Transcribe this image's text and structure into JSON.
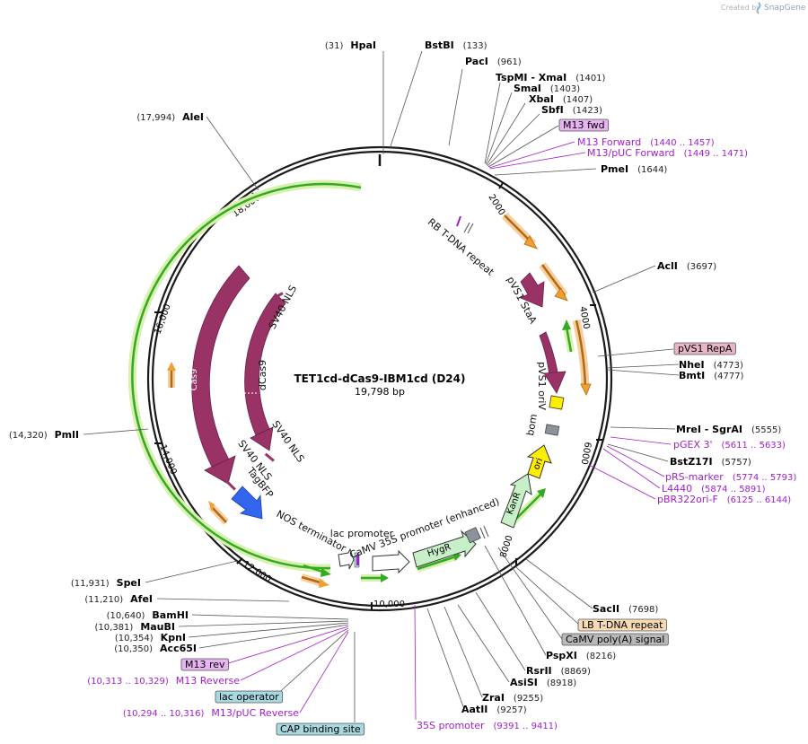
{
  "credit": {
    "prefix": "Created by",
    "brand": "SnapGene"
  },
  "plasmid": {
    "name": "TET1cd-dCas9-IBM1cd (D24)",
    "size": "19,798 bp"
  },
  "ticks": [
    "2000",
    "4000",
    "6000",
    "8000",
    "10,000",
    "12,000",
    "14,000",
    "16,000",
    "18,000"
  ],
  "sites": [
    {
      "name": "HpaI",
      "pos": "(31)"
    },
    {
      "name": "BstBI",
      "pos": "(133)"
    },
    {
      "name": "PacI",
      "pos": "(961)"
    },
    {
      "name": "TspMI  - XmaI",
      "pos": "(1401)"
    },
    {
      "name": "SmaI",
      "pos": "(1403)"
    },
    {
      "name": "XbaI",
      "pos": "(1407)"
    },
    {
      "name": "SbfI",
      "pos": "(1423)"
    },
    {
      "name": "PmeI",
      "pos": "(1644)"
    },
    {
      "name": "AclI",
      "pos": "(3697)"
    },
    {
      "name": "NheI",
      "pos": "(4773)"
    },
    {
      "name": "BmtI",
      "pos": "(4777)"
    },
    {
      "name": "MreI  - SgrAI",
      "pos": "(5555)"
    },
    {
      "name": "BstZ17I",
      "pos": "(5757)"
    },
    {
      "name": "SacII",
      "pos": "(7698)"
    },
    {
      "name": "PspXI",
      "pos": "(8216)"
    },
    {
      "name": "RsrII",
      "pos": "(8869)"
    },
    {
      "name": "AsiSI",
      "pos": "(8918)"
    },
    {
      "name": "ZraI",
      "pos": "(9255)"
    },
    {
      "name": "AatII",
      "pos": "(9257)"
    },
    {
      "name": "AleI",
      "pos": "(17,994)"
    },
    {
      "name": "PmlI",
      "pos": "(14,320)"
    },
    {
      "name": "SpeI",
      "pos": "(11,931)"
    },
    {
      "name": "AfeI",
      "pos": "(11,210)"
    },
    {
      "name": "BamHI",
      "pos": "(10,640)"
    },
    {
      "name": "MauBI",
      "pos": "(10,381)"
    },
    {
      "name": "KpnI",
      "pos": "(10,354)"
    },
    {
      "name": "Acc65I",
      "pos": "(10,350)"
    }
  ],
  "primers": [
    {
      "name": "M13 Forward",
      "pos": "(1440 .. 1457)"
    },
    {
      "name": "M13/pUC Forward",
      "pos": "(1449 .. 1471)"
    },
    {
      "name": "pGEX 3'",
      "pos": "(5611 .. 5633)"
    },
    {
      "name": "pRS-marker",
      "pos": "(5774 .. 5793)"
    },
    {
      "name": "L4440",
      "pos": "(5874 .. 5891)"
    },
    {
      "name": "pBR322ori-F",
      "pos": "(6125 .. 6144)"
    },
    {
      "name": "M13 Reverse",
      "pos": "(10,313 .. 10,329)"
    },
    {
      "name": "M13/pUC Reverse",
      "pos": "(10,294 .. 10,316)"
    },
    {
      "name": "35S promoter",
      "pos": "(9391 .. 9411)"
    }
  ],
  "boxed_features": [
    {
      "name": "M13 fwd",
      "color": "#e7b3f0"
    },
    {
      "name": "pVS1 RepA",
      "color": "#e8b4c8"
    },
    {
      "name": "LB T-DNA repeat",
      "color": "#f7d9b3"
    },
    {
      "name": "CaMV poly(A) signal",
      "color": "#b8b8b8"
    },
    {
      "name": "M13 rev",
      "color": "#e7b3f0"
    },
    {
      "name": "lac operator",
      "color": "#a8d8e0"
    },
    {
      "name": "CAP binding site",
      "color": "#a8d8e0"
    }
  ],
  "features": {
    "rb_tdna": "RB T-DNA repeat",
    "pvs1_staa": "pVS1 StaA",
    "pvs1_oriv": "pVS1 oriV",
    "bom": "bom",
    "ori": "ori",
    "kanr": "KanR",
    "hygr": "HygR",
    "camv35s": "CaMV 35S promoter (enhanced)",
    "lac_promoter": "lac promoter",
    "nos": "NOS terminator",
    "tagbfp": "TagBFP",
    "sv40_nls_a": "SV40 NLS",
    "sv40_nls_b": "SV40 NLS",
    "sv40_nls_c": "SV40 NLS",
    "cas9": "Cas9",
    "dcas9": "dCas9"
  },
  "colors": {
    "backbone": "#1a1a1a",
    "cas9": "#993366",
    "orange": "#f0a030",
    "green": "#33aa22",
    "green_halo": "#d8f0b0",
    "blue": "#3366ee",
    "yellow": "#ffee00",
    "gray": "#8c939c",
    "purple": "#a020c8"
  }
}
